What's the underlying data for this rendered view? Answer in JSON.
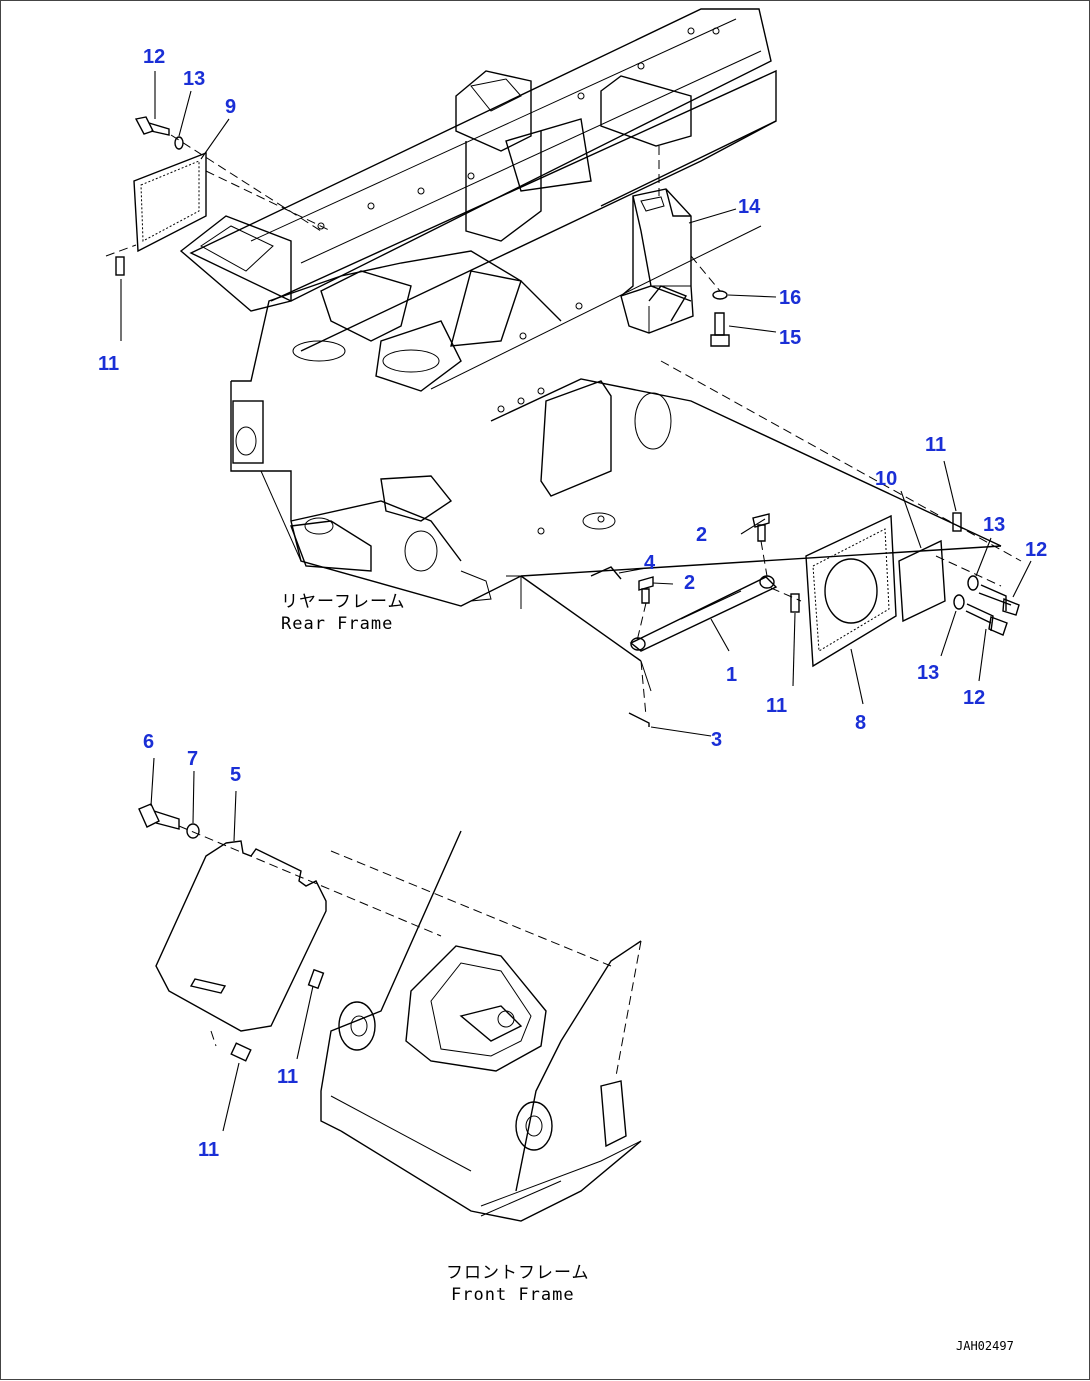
{
  "callouts": {
    "c1": "1",
    "c2a": "2",
    "c2b": "2",
    "c3": "3",
    "c4": "4",
    "c5": "5",
    "c6": "6",
    "c7": "7",
    "c8": "8",
    "c9": "9",
    "c10": "10",
    "c11a": "11",
    "c11b": "11",
    "c11c": "11",
    "c11d": "11",
    "c11e": "11",
    "c12a": "12",
    "c12b": "12",
    "c12c": "12",
    "c13a": "13",
    "c13b": "13",
    "c13c": "13",
    "c14": "14",
    "c15": "15",
    "c16": "16"
  },
  "captions": {
    "rear_jp": "リヤーフレーム",
    "rear_en": "Rear Frame",
    "front_jp": "フロントフレーム",
    "front_en": "Front Frame"
  },
  "drawing_number": "JAH02497",
  "colors": {
    "callout": "#1a2fd6",
    "line": "#000000",
    "background": "#ffffff"
  }
}
